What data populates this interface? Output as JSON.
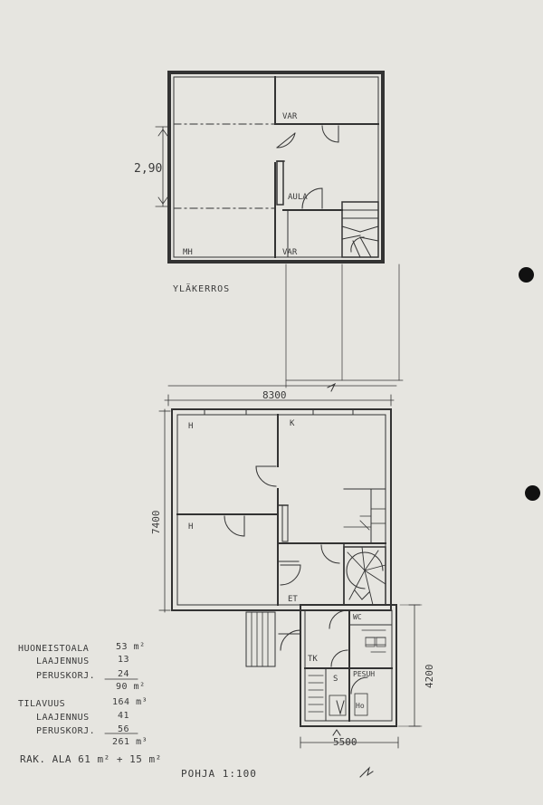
{
  "upper_floor": {
    "title": "YLÄKERROS",
    "height_dim": "2,90",
    "rooms": {
      "var_top": "VAR",
      "aula": "AULA",
      "mh": "MH",
      "var_bottom": "VAR"
    }
  },
  "ground_floor": {
    "width_dim": "8300",
    "depth_dim": "7400",
    "ext_width_dim": "5500",
    "ext_depth_dim": "4200",
    "rooms": {
      "h1": "H",
      "k": "K",
      "h2": "H",
      "et": "ET",
      "wc": "WC",
      "tk": "TK",
      "pesuh": "PESUH",
      "s": "S",
      "ho": "Ho"
    }
  },
  "plan_title": "POHJA 1:100",
  "areas": {
    "huoneistoala_label": "HUONEISTOALA",
    "huoneistoala_val": "53 m²",
    "laajennus1_label": "LAAJENNUS",
    "laajennus1_val": "13",
    "peruskorj1_label": "PERUSKORJ.",
    "peruskorj1_val": "24",
    "sum1": "90 m²",
    "tilavuus_label": "TILAVUUS",
    "tilavuus_val": "164 m³",
    "laajennus2_label": "LAAJENNUS",
    "laajennus2_val": "41",
    "peruskorj2_label": "PERUSKORJ.",
    "peruskorj2_val": "56",
    "sum2": "261 m³",
    "rak_ala": "RAK. ALA  61 m² + 15 m²"
  }
}
